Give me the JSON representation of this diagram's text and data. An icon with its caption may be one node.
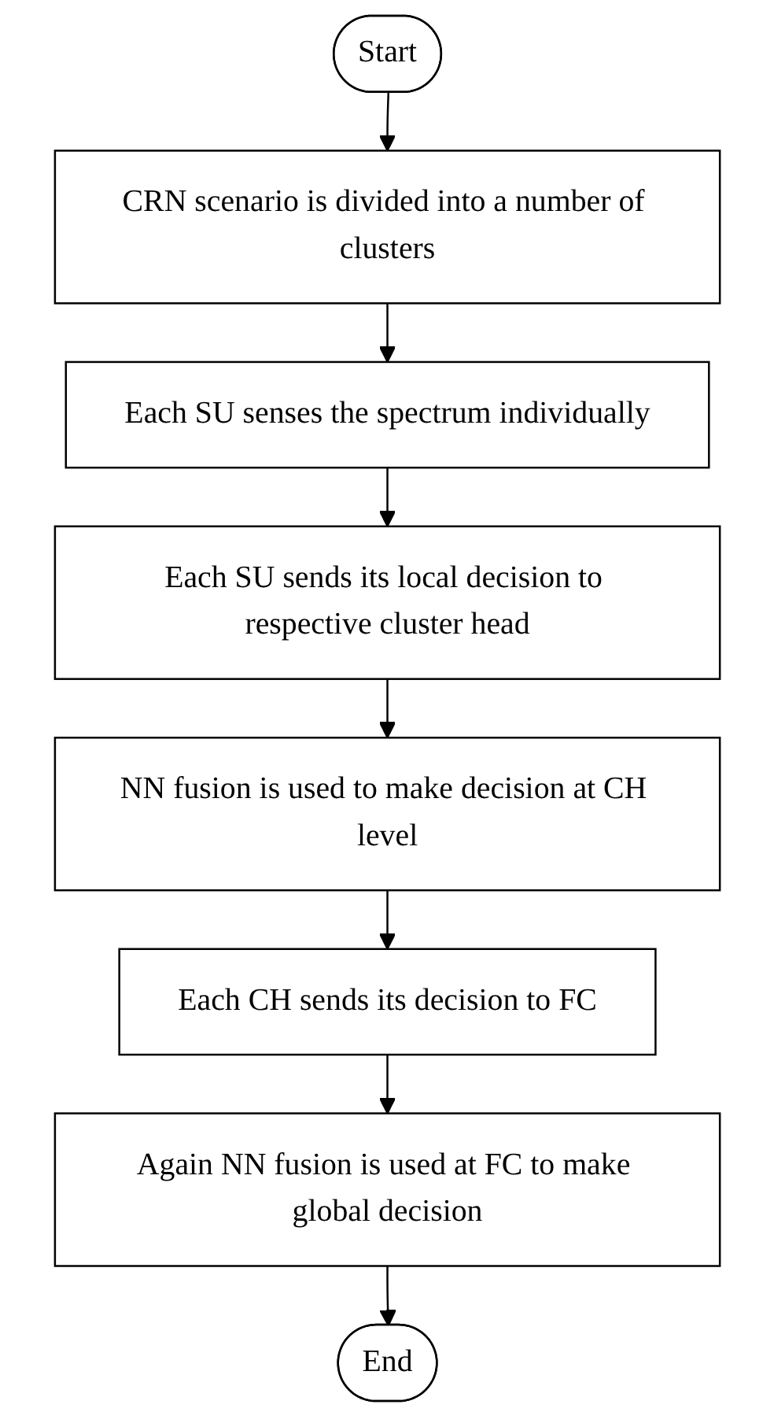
{
  "diagram": {
    "nodes": [
      {
        "text": [
          "Start"
        ]
      },
      {
        "text": [
          "CRN scenario is divided into a number of clusters"
        ]
      },
      {
        "text": [
          "Each SU senses the spectrum individually"
        ]
      },
      {
        "text": [
          "Each SU sends its local decision to respective cluster head"
        ]
      },
      {
        "text": [
          "NN fusion is used to make decision at CH level"
        ]
      },
      {
        "text": [
          "Each CH sends its decision to FC"
        ]
      },
      {
        "text": [
          "Again NN fusion is used at FC to make global decision"
        ]
      },
      {
        "text": [
          "End"
        ]
      }
    ],
    "edges": [
      {
        "from": 0,
        "to": 1,
        "arrow": "to"
      },
      {
        "from": 1,
        "to": 2,
        "arrow": "to"
      },
      {
        "from": 2,
        "to": 3,
        "arrow": "to"
      },
      {
        "from": 3,
        "to": 4,
        "arrow": "to"
      },
      {
        "from": 4,
        "to": 5,
        "arrow": "to"
      },
      {
        "from": 5,
        "to": 6,
        "arrow": "to"
      },
      {
        "from": 6,
        "to": 7,
        "arrow": "to"
      }
    ]
  }
}
